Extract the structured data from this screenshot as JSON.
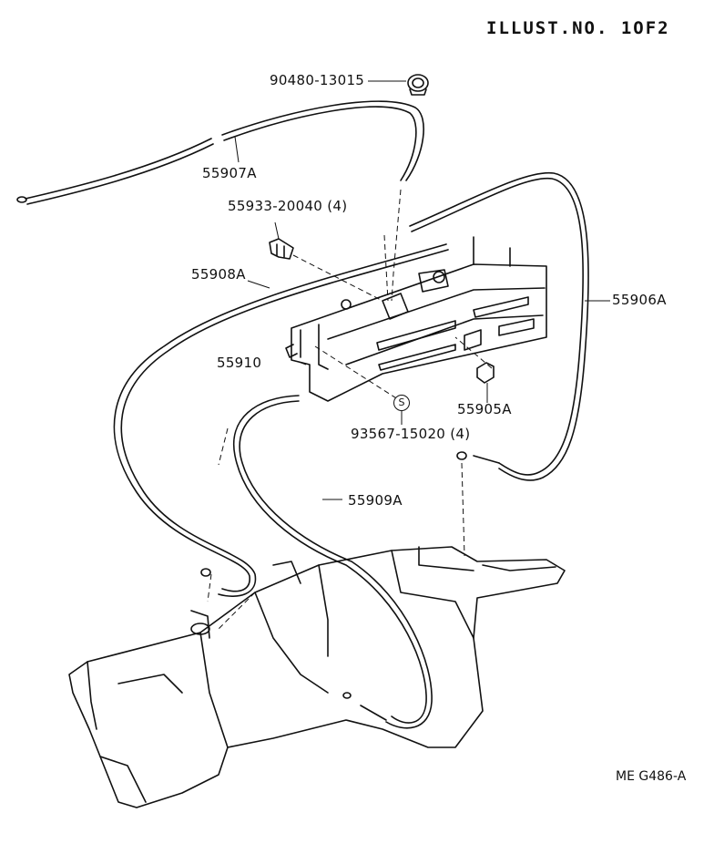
{
  "header": {
    "illustration_no": "ILLUST.NO. 1OF2"
  },
  "footer": {
    "code": "ME G486-A"
  },
  "symbol": "S",
  "parts": [
    {
      "id": "p1",
      "label": "90480-13015"
    },
    {
      "id": "p2",
      "label": "55907A"
    },
    {
      "id": "p3",
      "label": "55933-20040 (4)"
    },
    {
      "id": "p4",
      "label": "55908A"
    },
    {
      "id": "p5",
      "label": "55906A"
    },
    {
      "id": "p6",
      "label": "55910"
    },
    {
      "id": "p7",
      "label": "55905A"
    },
    {
      "id": "p8",
      "label": "93567-15020 (4)"
    },
    {
      "id": "p9",
      "label": "55909A"
    }
  ]
}
